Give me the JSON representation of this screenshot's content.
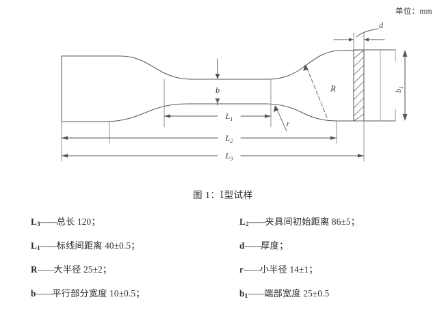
{
  "unit_note": "单位：mm",
  "figure": {
    "caption": "图 1：Ⅰ型试样",
    "labels": {
      "b": "b",
      "b1_sub": "1",
      "b1_main": "b",
      "d": "d",
      "R": "R",
      "r": "r",
      "L1_main": "L",
      "L1_sub": "1",
      "L2_main": "L",
      "L2_sub": "2",
      "L3_main": "L",
      "L3_sub": "3"
    }
  },
  "legend": {
    "rows": [
      {
        "left": {
          "symbol": "L",
          "subscript": "3",
          "dash": "——",
          "text": "总长 120；"
        },
        "right": {
          "symbol": "L",
          "subscript": "2",
          "dash": "——",
          "text": "夹具间初始距离 86±5；"
        }
      },
      {
        "left": {
          "symbol": "L",
          "subscript": "1",
          "dash": "——",
          "text": "标线间距离 40±0.5；"
        },
        "right": {
          "symbol": "d",
          "subscript": "",
          "dash": "——",
          "text": "厚度；"
        }
      },
      {
        "left": {
          "symbol": "R",
          "subscript": "",
          "dash": "——",
          "text": "大半径 25±2；"
        },
        "right": {
          "symbol": "r",
          "subscript": "",
          "dash": "——",
          "text": "小半径 14±1；"
        }
      },
      {
        "left": {
          "symbol": "b",
          "subscript": "",
          "dash": "——",
          "text": "平行部分宽度 10±0.5；"
        },
        "right": {
          "symbol": "b",
          "subscript": "1",
          "dash": "——",
          "text": "端部宽度 25±0.5"
        }
      }
    ]
  },
  "colors": {
    "ink": "#2b2b2b",
    "line": "#555555",
    "hatch": "#6a6a6a",
    "background": "#ffffff"
  }
}
